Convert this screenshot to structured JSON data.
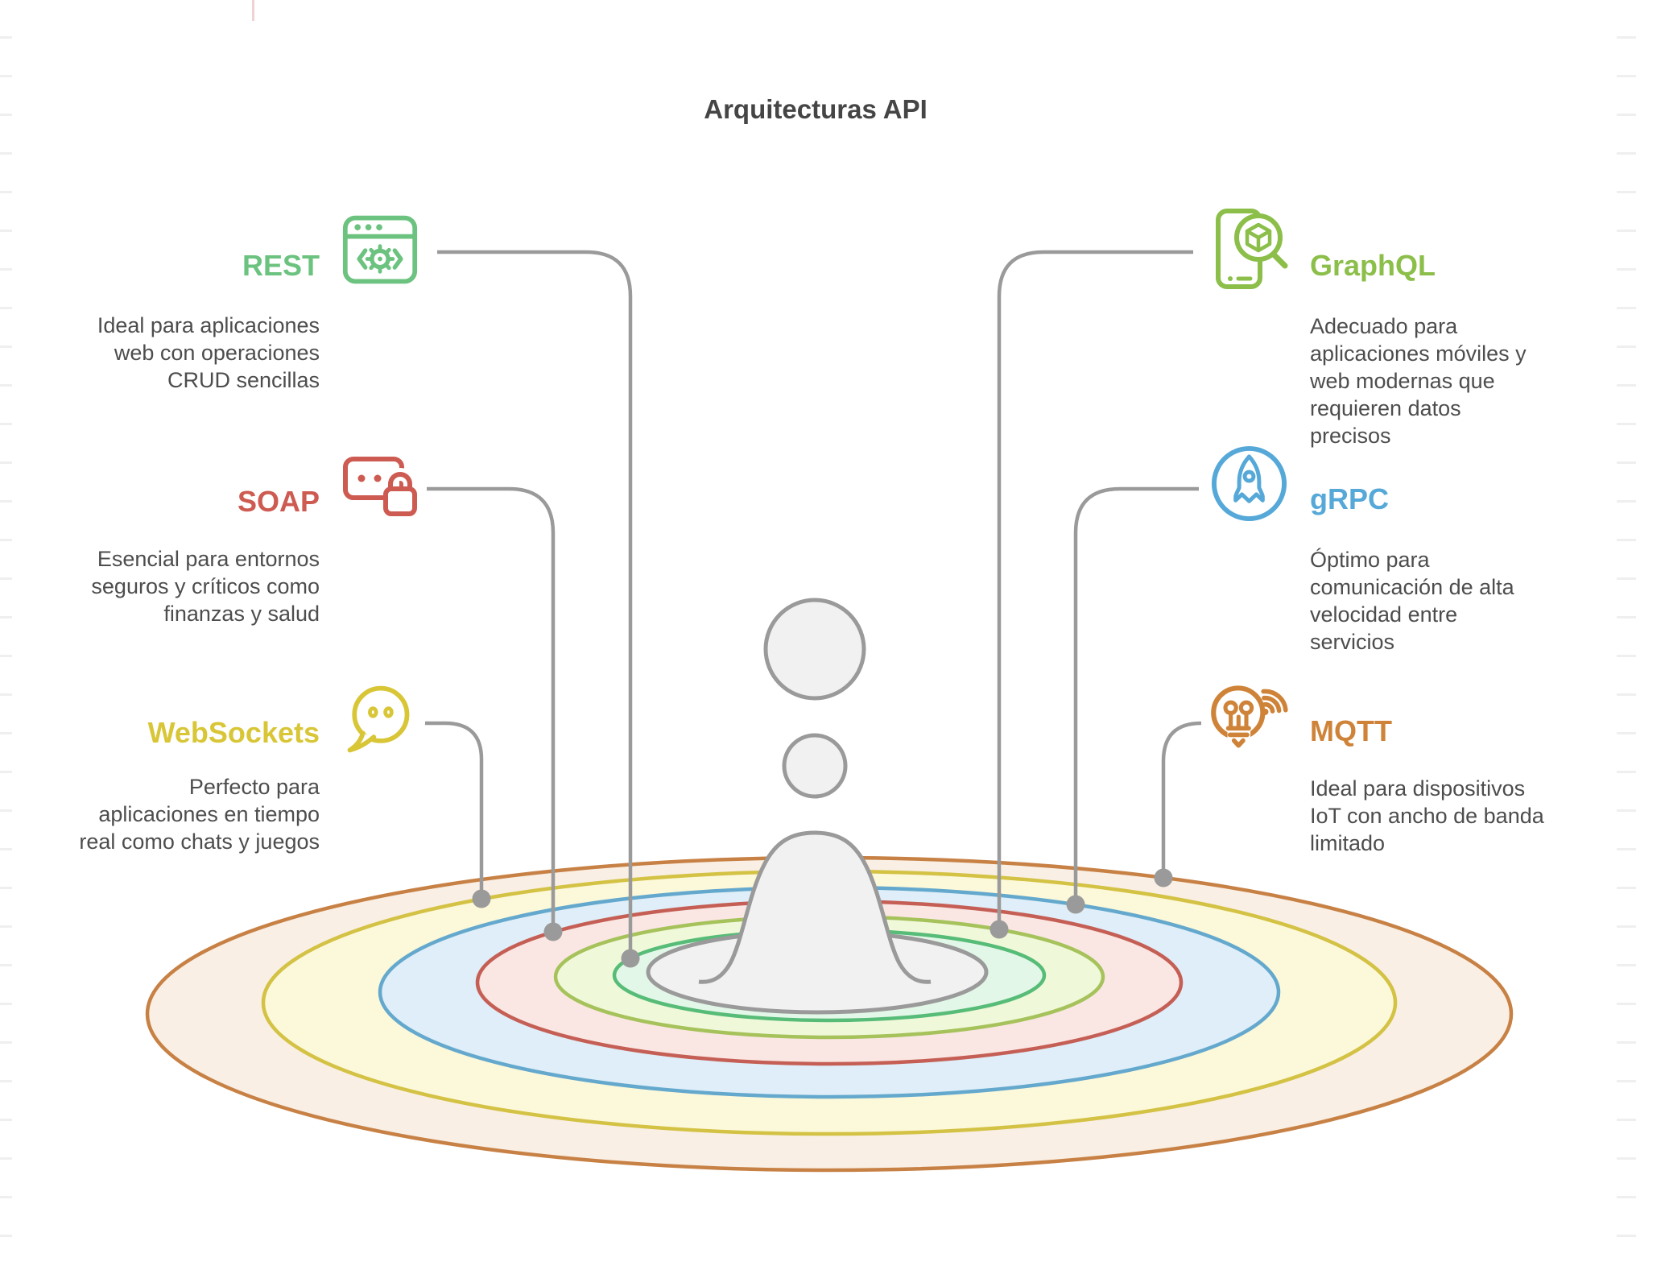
{
  "title": "Arquitecturas API",
  "sections": [
    {
      "id": "rest",
      "side": "left",
      "label": "REST",
      "color": "#6cc27f",
      "icon": "browser-gear-icon",
      "description": "Ideal para aplicaciones web con operaciones CRUD sencillas"
    },
    {
      "id": "soap",
      "side": "left",
      "label": "SOAP",
      "color": "#cd5b51",
      "icon": "message-lock-icon",
      "description": "Esencial para entornos seguros y críticos como finanzas y salud"
    },
    {
      "id": "websockets",
      "side": "left",
      "label": "WebSockets",
      "color": "#d8c637",
      "icon": "chat-bubble-icon",
      "description": "Perfecto para aplicaciones en tiempo real como chats y juegos"
    },
    {
      "id": "graphql",
      "side": "right",
      "label": "GraphQL",
      "color": "#8cbe4a",
      "icon": "phone-search-cube-icon",
      "description": "Adecuado para aplicaciones móviles y web modernas que requieren datos precisos"
    },
    {
      "id": "grpc",
      "side": "right",
      "label": "gRPC",
      "color": "#55a8d8",
      "icon": "rocket-circle-icon",
      "description": "Óptimo para comunicación de alta velocidad entre servicios"
    },
    {
      "id": "mqtt",
      "side": "right",
      "label": "MQTT",
      "color": "#ce8338",
      "icon": "lightbulb-wifi-icon",
      "description": "Ideal para dispositivos IoT con ancho de banda limitado"
    }
  ],
  "scene": {
    "connector_color": "#9a9a9a",
    "splash": {
      "stroke": "#9a9a9a",
      "fill": "#f1f1f1"
    },
    "rings": {
      "mqtt": {
        "stroke": "#c88145",
        "fill": "#f9efe4"
      },
      "websockets": {
        "stroke": "#d3c244",
        "fill": "#fcf8da"
      },
      "grpc": {
        "stroke": "#64a9cd",
        "fill": "#dfeef8"
      },
      "soap": {
        "stroke": "#c55f55",
        "fill": "#fae7e3"
      },
      "graphql": {
        "stroke": "#a6c25b",
        "fill": "#f0f8da"
      },
      "rest": {
        "stroke": "#57bc77",
        "fill": "#e3f7e8"
      }
    },
    "decorations": {
      "edge_tick_color": "#efefef",
      "top_tick_color": "#edd3d3"
    }
  }
}
